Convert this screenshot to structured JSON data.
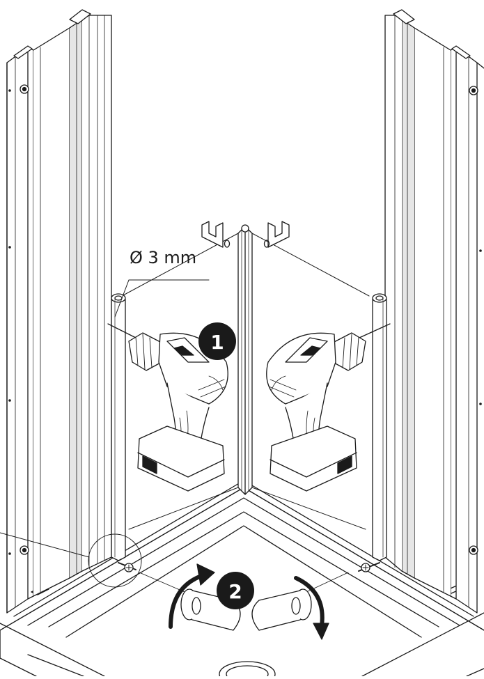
{
  "diagram": {
    "drill_size_label": "Ø 3 mm",
    "steps": [
      "1",
      "2"
    ],
    "colors": {
      "line": "#1a1a1a",
      "fill": "#ffffff",
      "shade": "#e6e6e6",
      "dark": "#1a1a1a"
    },
    "icons": [
      "drill-icon",
      "screw-icon",
      "rotate-clockwise-arrow-icon",
      "rotate-counterclockwise-arrow-icon",
      "screwdriver-handle-icon"
    ]
  }
}
